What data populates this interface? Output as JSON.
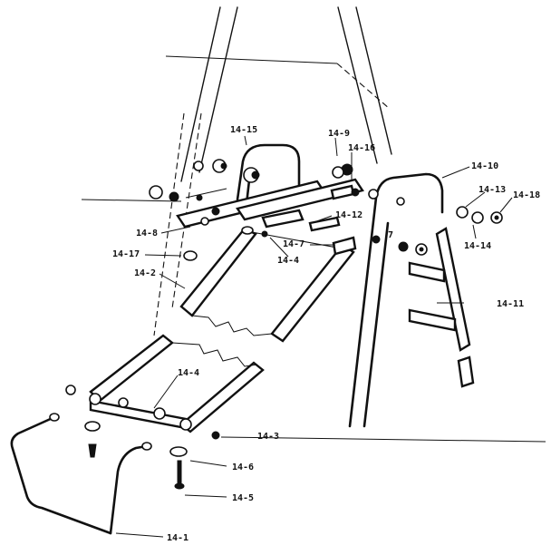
{
  "labels": {
    "l14_1": "14-1",
    "l14_2": "14-2",
    "l14_3": "14-3",
    "l14_4a": "14-4",
    "l14_4b": "14-4",
    "l14_5": "14-5",
    "l14_6": "14-6",
    "l14_7a": "14-7",
    "l14_7b": "7",
    "l14_8": "14-8",
    "l14_9": "14-9",
    "l14_10": "14-10",
    "l14_11": "14-11",
    "l14_12": "14-12",
    "l14_13": "14-13",
    "l14_14": "14-14",
    "l14_15": "14-15",
    "l14_16": "14-16",
    "l14_17": "14-17",
    "l14_18": "14-18"
  }
}
